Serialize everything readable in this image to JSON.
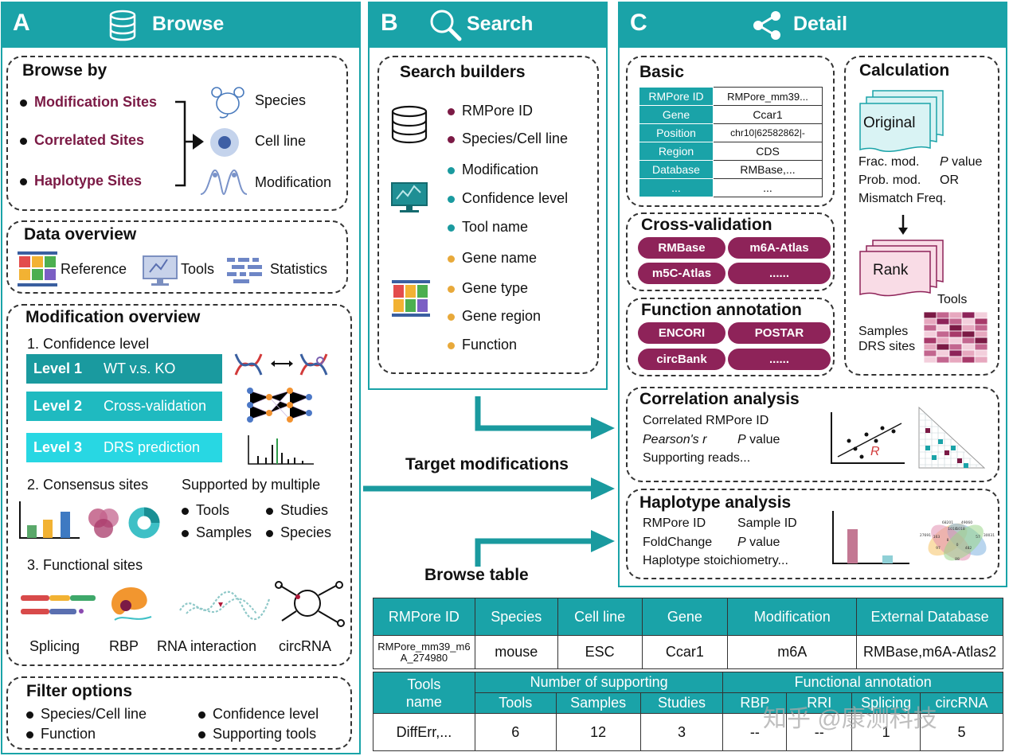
{
  "panel_a": {
    "letter": "A",
    "title": "Browse",
    "browse_by": {
      "title": "Browse by",
      "sites": [
        "Modification Sites",
        "Correlated Sites",
        "Haplotype Sites"
      ],
      "targets": [
        "Species",
        "Cell line",
        "Modification"
      ]
    },
    "data_overview": {
      "title": "Data overview",
      "items": [
        "Reference",
        "Tools",
        "Statistics"
      ]
    },
    "modification_overview": {
      "title": "Modification overview",
      "s1": "1. Confidence level",
      "levels": [
        {
          "label": "Level 1",
          "desc": "WT v.s. KO",
          "color": "#1a9a9f"
        },
        {
          "label": "Level 2",
          "desc": "Cross-validation",
          "color": "#1fbac0"
        },
        {
          "label": "Level 3",
          "desc": "DRS prediction",
          "color": "#28d7e3"
        }
      ],
      "s2": "2. Consensus sites",
      "supported": "Supported by multiple",
      "supported_items": [
        "Tools",
        "Studies",
        "Samples",
        "Species"
      ],
      "s3": "3. Functional sites",
      "functional": [
        "Splicing",
        "RBP",
        "RNA interaction",
        "circRNA"
      ]
    },
    "filter": {
      "title": "Filter options",
      "items": [
        "Species/Cell line",
        "Confidence level",
        "Function",
        "Supporting tools"
      ]
    }
  },
  "panel_b": {
    "letter": "B",
    "title": "Search",
    "builders_title": "Search builders",
    "items": [
      {
        "label": "RMPore ID",
        "color": "#7b1a45"
      },
      {
        "label": "Species/Cell line",
        "color": "#7b1a45"
      },
      {
        "label": "Modification",
        "color": "#1a9a9f"
      },
      {
        "label": "Confidence level",
        "color": "#1a9a9f"
      },
      {
        "label": "Tool name",
        "color": "#1a9a9f"
      },
      {
        "label": "Gene name",
        "color": "#e8a93a"
      },
      {
        "label": "Gene type",
        "color": "#e8a93a"
      },
      {
        "label": "Gene region",
        "color": "#e8a93a"
      },
      {
        "label": "Function",
        "color": "#e8a93a"
      }
    ],
    "target_modifications": "Target modifications",
    "browse_table": "Browse table"
  },
  "panel_c": {
    "letter": "C",
    "title": "Detail",
    "basic": {
      "title": "Basic",
      "rows": [
        {
          "k": "RMPore ID",
          "v": "RMPore_mm39..."
        },
        {
          "k": "Gene",
          "v": "Ccar1"
        },
        {
          "k": "Position",
          "v": "chr10|62582862|-"
        },
        {
          "k": "Region",
          "v": "CDS"
        },
        {
          "k": "Database",
          "v": "RMBase,..."
        },
        {
          "k": "...",
          "v": "..."
        }
      ]
    },
    "calculation": {
      "title": "Calculation",
      "original": "Original",
      "metrics": [
        "Frac. mod.",
        "P value",
        "Prob. mod.",
        "OR",
        "Mismatch Freq."
      ],
      "rank": "Rank",
      "tools": "Tools",
      "samples": "Samples",
      "drs": "DRS sites"
    },
    "cross_validation": {
      "title": "Cross-validation",
      "items": [
        "RMBase",
        "m6A-Atlas",
        "m5C-Atlas",
        "......"
      ]
    },
    "function_annotation": {
      "title": "Function annotation",
      "items": [
        "ENCORI",
        "POSTAR",
        "circBank",
        "......"
      ]
    },
    "correlation": {
      "title": "Correlation analysis",
      "l1": "Correlated RMPore ID",
      "l2a": "Pearson's r",
      "l2b": "P value",
      "l3": "Supporting reads...",
      "r_label": "R"
    },
    "haplotype": {
      "title": "Haplotype analysis",
      "l1a": "RMPore ID",
      "l1b": "Sample ID",
      "l2a": "FoldChange",
      "l2b": "P value",
      "l3": "Haplotype stoichiometry...",
      "venn_numbers": [
        "27691",
        "68201",
        "49060",
        "30031",
        "5018",
        "1018",
        "163",
        "97",
        "8",
        "482",
        "57",
        "88",
        "0"
      ]
    }
  },
  "browse_table": {
    "headers": [
      "RMPore ID",
      "Species",
      "Cell line",
      "Gene",
      "Modification",
      "External Database"
    ],
    "row": [
      "RMPore_mm39_m6A_274980",
      "mouse",
      "ESC",
      "Ccar1",
      "m6A",
      "RMBase,m6A-Atlas2"
    ],
    "tools_name": "Tools name",
    "group1": "Number of supporting",
    "group2": "Functional annotation",
    "sub1": [
      "Tools",
      "Samples",
      "Studies"
    ],
    "sub2": [
      "RBP",
      "RRI",
      "Splicing",
      "circRNA"
    ],
    "row2": [
      "DiffErr,...",
      "6",
      "12",
      "3",
      "--",
      "--",
      "1",
      "5"
    ]
  },
  "watermark": "知乎 @康测科技"
}
